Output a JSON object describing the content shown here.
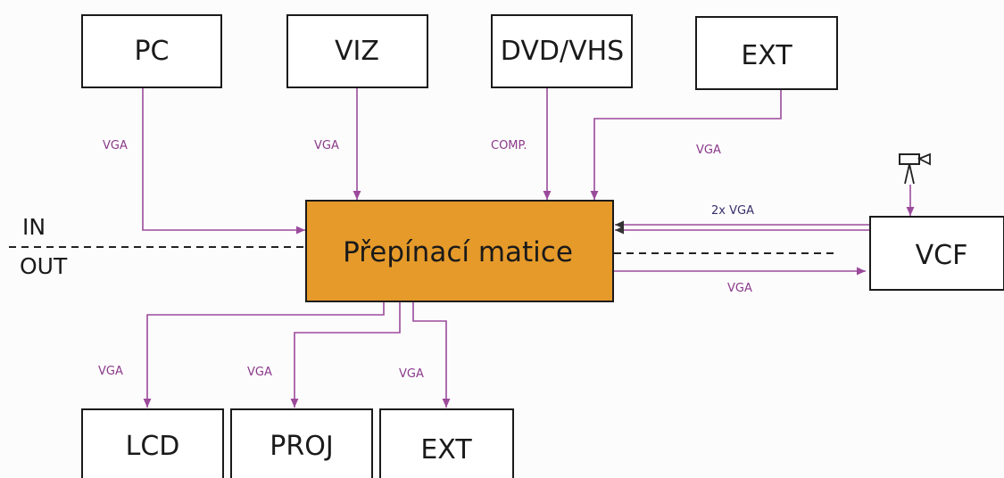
{
  "nodes": {
    "pc": "PC",
    "viz": "VIZ",
    "dvd": "DVD/VHS",
    "ext_in": "EXT",
    "matrix": "Přepínací matice",
    "vcf": "VCF",
    "lcd": "LCD",
    "proj": "PROJ",
    "ext_out": "EXT"
  },
  "sides": {
    "in": "IN",
    "out": "OUT"
  },
  "connections": {
    "pc": "VGA",
    "viz": "VGA",
    "dvd": "COMP.",
    "ext_in": "VGA",
    "vcf_in": "2x VGA",
    "vcf_out": "VGA",
    "lcd": "VGA",
    "proj": "VGA",
    "ext_out": "VGA"
  },
  "icons": {
    "camera": "camera-icon"
  },
  "colors": {
    "matrix_fill": "#E59A2A",
    "wire": "#9B4A9B",
    "border": "#1a1a1a"
  }
}
